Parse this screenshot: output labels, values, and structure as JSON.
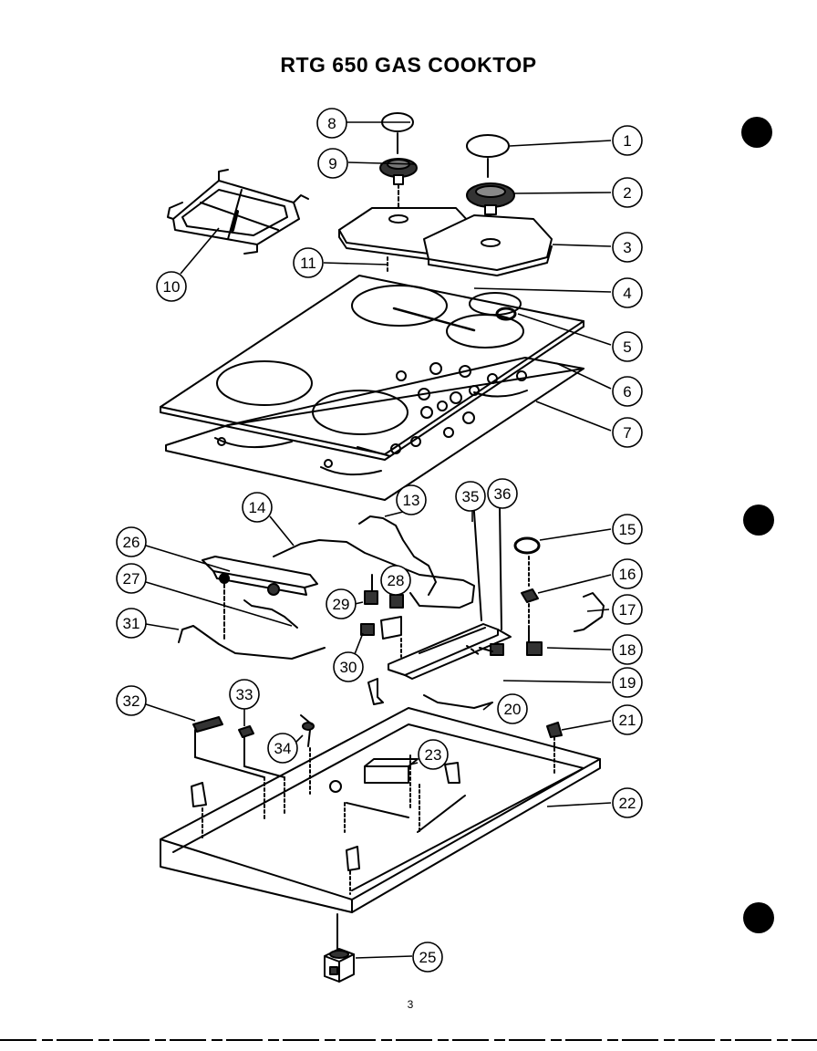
{
  "title": "RTG 650 GAS COOKTOP",
  "page_number": "3",
  "callouts": [
    "1",
    "2",
    "3",
    "4",
    "5",
    "6",
    "7",
    "8",
    "9",
    "10",
    "11",
    "13",
    "14",
    "15",
    "16",
    "17",
    "18",
    "19",
    "20",
    "21",
    "22",
    "23",
    "25",
    "26",
    "27",
    "28",
    "29",
    "30",
    "31",
    "32",
    "33",
    "34",
    "35",
    "36"
  ]
}
